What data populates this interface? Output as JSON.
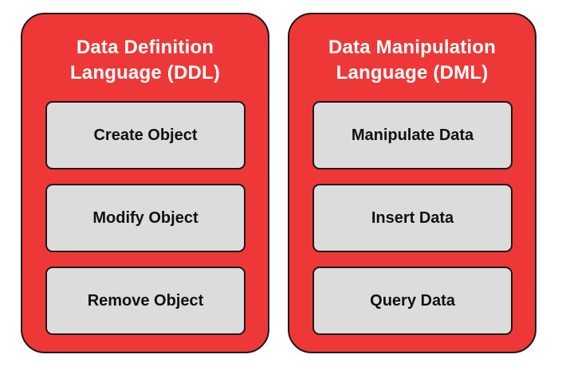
{
  "panels": [
    {
      "title_line1": "Data Definition",
      "title_line2": "Language (DDL)",
      "items": [
        "Create Object",
        "Modify Object",
        "Remove Object"
      ]
    },
    {
      "title_line1": "Data Manipulation",
      "title_line2": "Language (DML)",
      "items": [
        "Manipulate Data",
        "Insert Data",
        "Query Data"
      ]
    }
  ],
  "colors": {
    "panel_fill": "#ee3737",
    "item_fill": "#dcdcdc",
    "border": "#1a1a1a",
    "title_text": "#ffffff",
    "item_text": "#111111"
  }
}
